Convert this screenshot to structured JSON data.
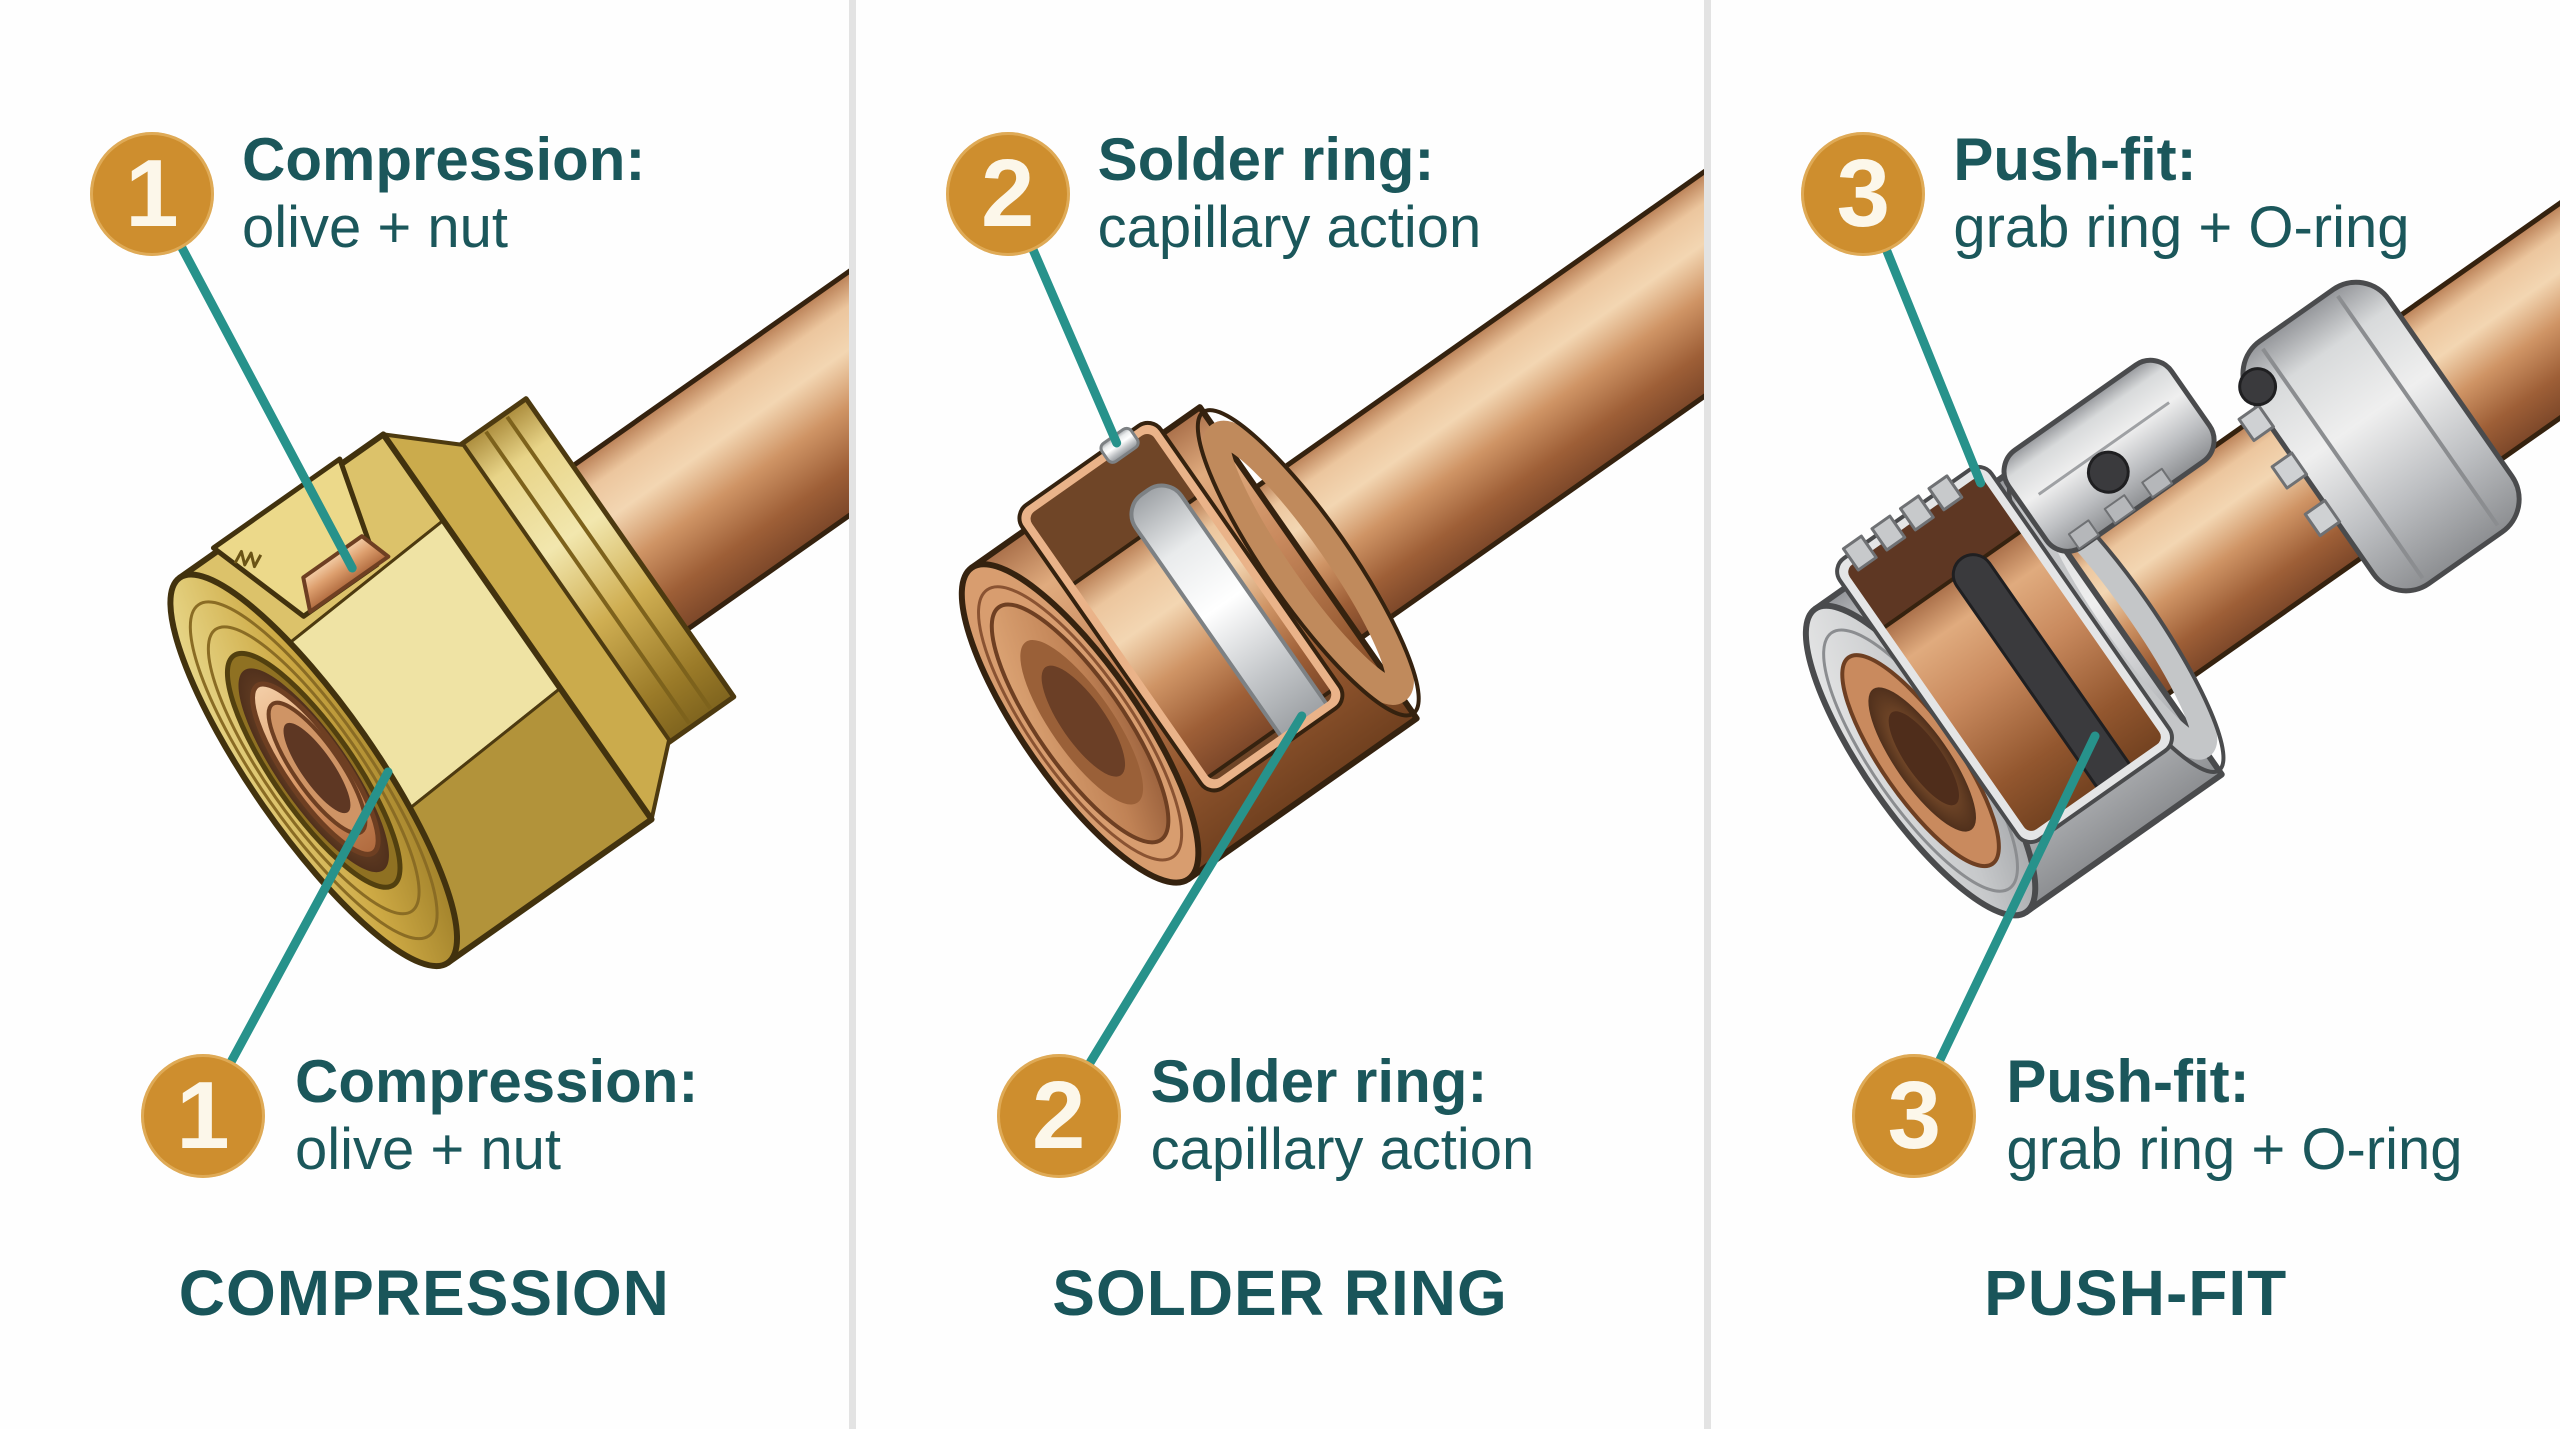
{
  "page": {
    "background_color": "#ffffff",
    "divider_color": "#e3e3e3",
    "text_color": "#1b575b",
    "badge_color": "#ce8e2e",
    "badge_text_color": "#fcf7ea",
    "leader_line_color": "#27928b"
  },
  "materials": {
    "brass": "#d9bd62",
    "copper": "#c98a5e",
    "solder_silver": "#d9dbdd",
    "plastic_gray": "#d3d4d6",
    "o_ring_black": "#3a3a3d"
  },
  "panels": [
    {
      "id": "compression",
      "badge_number": "1",
      "callout": {
        "title": "Compression:",
        "subtitle": "olive + nut"
      },
      "footer_title": "COMPRESSION",
      "illustration": "Cutaway of brass compression nut with copper olive on copper pipe"
    },
    {
      "id": "solder-ring",
      "badge_number": "2",
      "callout": {
        "title": "Solder ring:",
        "subtitle": "capillary action"
      },
      "footer_title": "SOLDER RING",
      "illustration": "Cutaway of copper solder ring fitting showing internal silver solder band"
    },
    {
      "id": "push-fit",
      "badge_number": "3",
      "callout": {
        "title": "Push-fit:",
        "subtitle": "grab ring + O-ring"
      },
      "footer_title": "PUSH-FIT",
      "illustration": "Cutaway of gray push-fit fitting showing grab ring teeth and black O-ring on copper pipe"
    }
  ]
}
